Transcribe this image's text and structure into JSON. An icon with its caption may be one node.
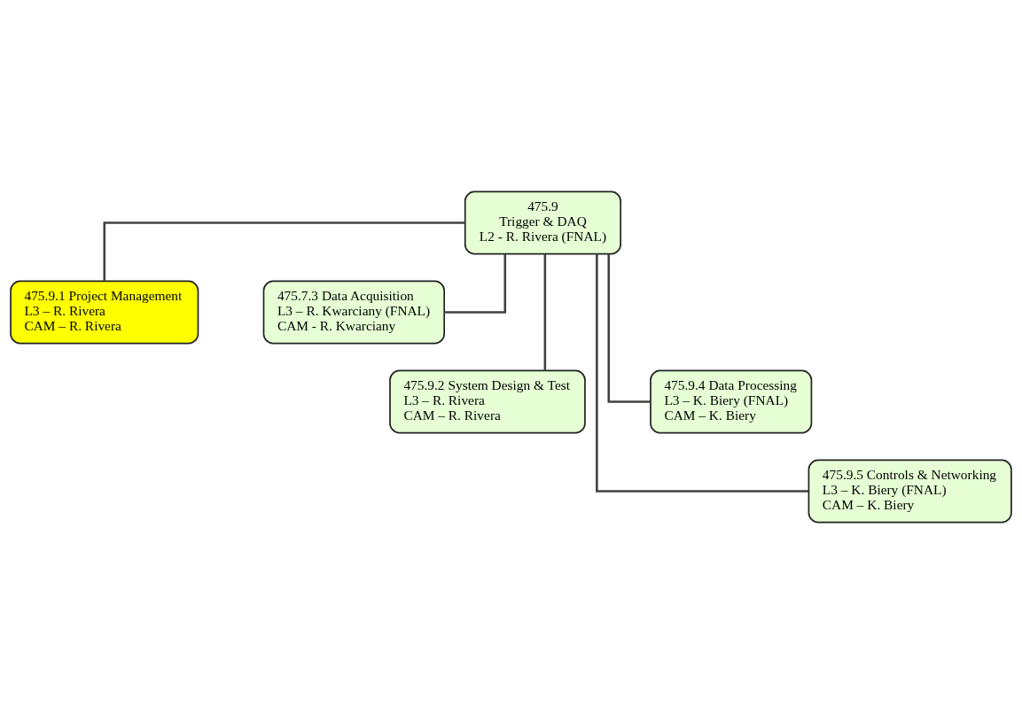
{
  "diagram": {
    "nodes": [
      {
        "text": [
          "475.9",
          "Trigger & DAQ",
          "L2 - R. Rivera (FNAL)"
        ]
      },
      {
        "text": [
          "475.9.1 Project Management",
          "L3 – R. Rivera",
          "CAM – R. Rivera"
        ]
      },
      {
        "text": [
          "475.7.3 Data Acquisition",
          "L3 – R. Kwarciany (FNAL)",
          "CAM - R. Kwarciany"
        ]
      },
      {
        "text": [
          "475.9.2 System Design & Test",
          "L3 – R. Rivera",
          "CAM – R. Rivera"
        ]
      },
      {
        "text": [
          "475.9.4 Data Processing",
          "L3 – K. Biery (FNAL)",
          "CAM – K. Biery"
        ]
      },
      {
        "text": [
          "475.9.5 Controls & Networking",
          "L3 – K. Biery (FNAL)",
          "CAM – K. Biery"
        ]
      }
    ],
    "edges": [
      {
        "from": 0,
        "to": 1,
        "arrow": "none"
      },
      {
        "from": 0,
        "to": 2,
        "arrow": "none"
      },
      {
        "from": 0,
        "to": 3,
        "arrow": "none"
      },
      {
        "from": 0,
        "to": 4,
        "arrow": "none"
      },
      {
        "from": 0,
        "to": 5,
        "arrow": "none"
      }
    ]
  }
}
